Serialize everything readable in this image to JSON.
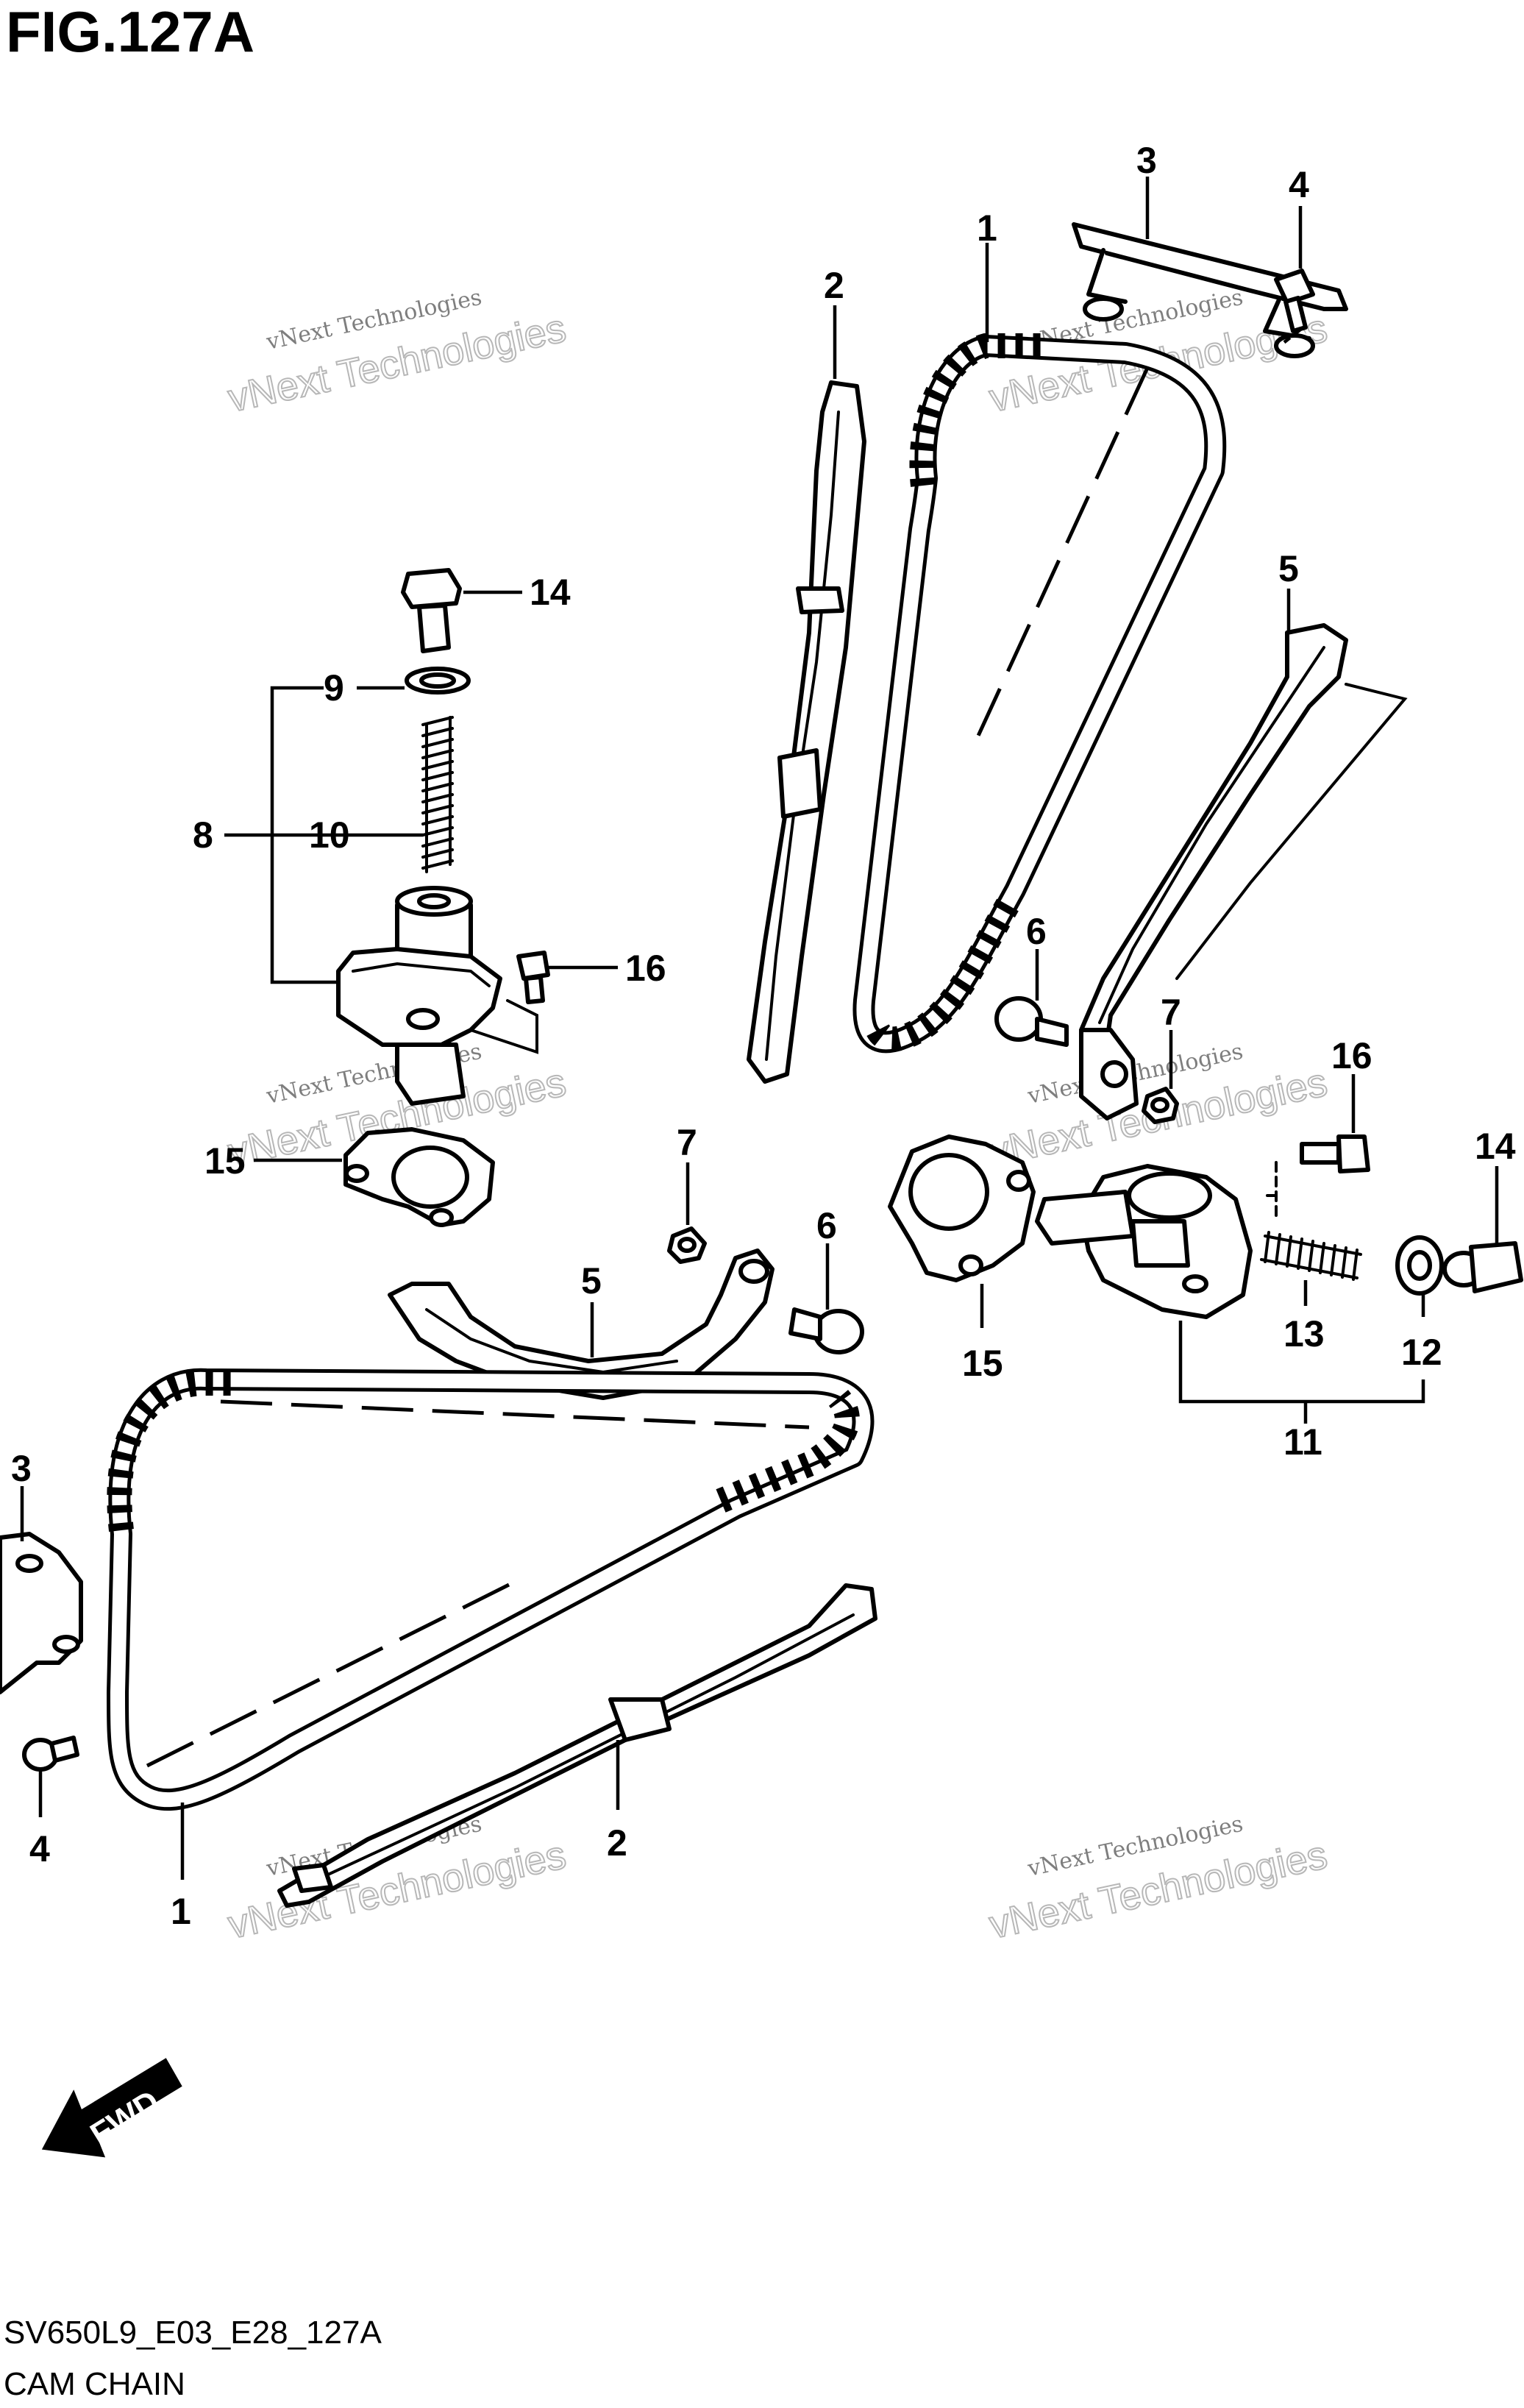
{
  "figure": {
    "title": "FIG.127A",
    "code": "SV650L9_E03_E28_127A",
    "name": "CAM CHAIN"
  },
  "watermark": {
    "line1": "vNext Technologies",
    "line2": "vNext Technologies"
  },
  "direction_arrow": {
    "label": "FWD"
  },
  "callouts": {
    "c1a": "1",
    "c2a": "2",
    "c3a": "3",
    "c4a": "4",
    "c5a": "5",
    "c6a": "6",
    "c7a": "7",
    "c14a": "14",
    "c9": "9",
    "c8": "8",
    "c10": "10",
    "c16a": "16",
    "c15a": "15",
    "c7b": "7",
    "c6b": "6",
    "c5b": "5",
    "c16b": "16",
    "c14b": "14",
    "c15b": "15",
    "c13": "13",
    "c12": "12",
    "c11": "11",
    "c3b": "3",
    "c4b": "4",
    "c1b": "1",
    "c2b": "2"
  }
}
